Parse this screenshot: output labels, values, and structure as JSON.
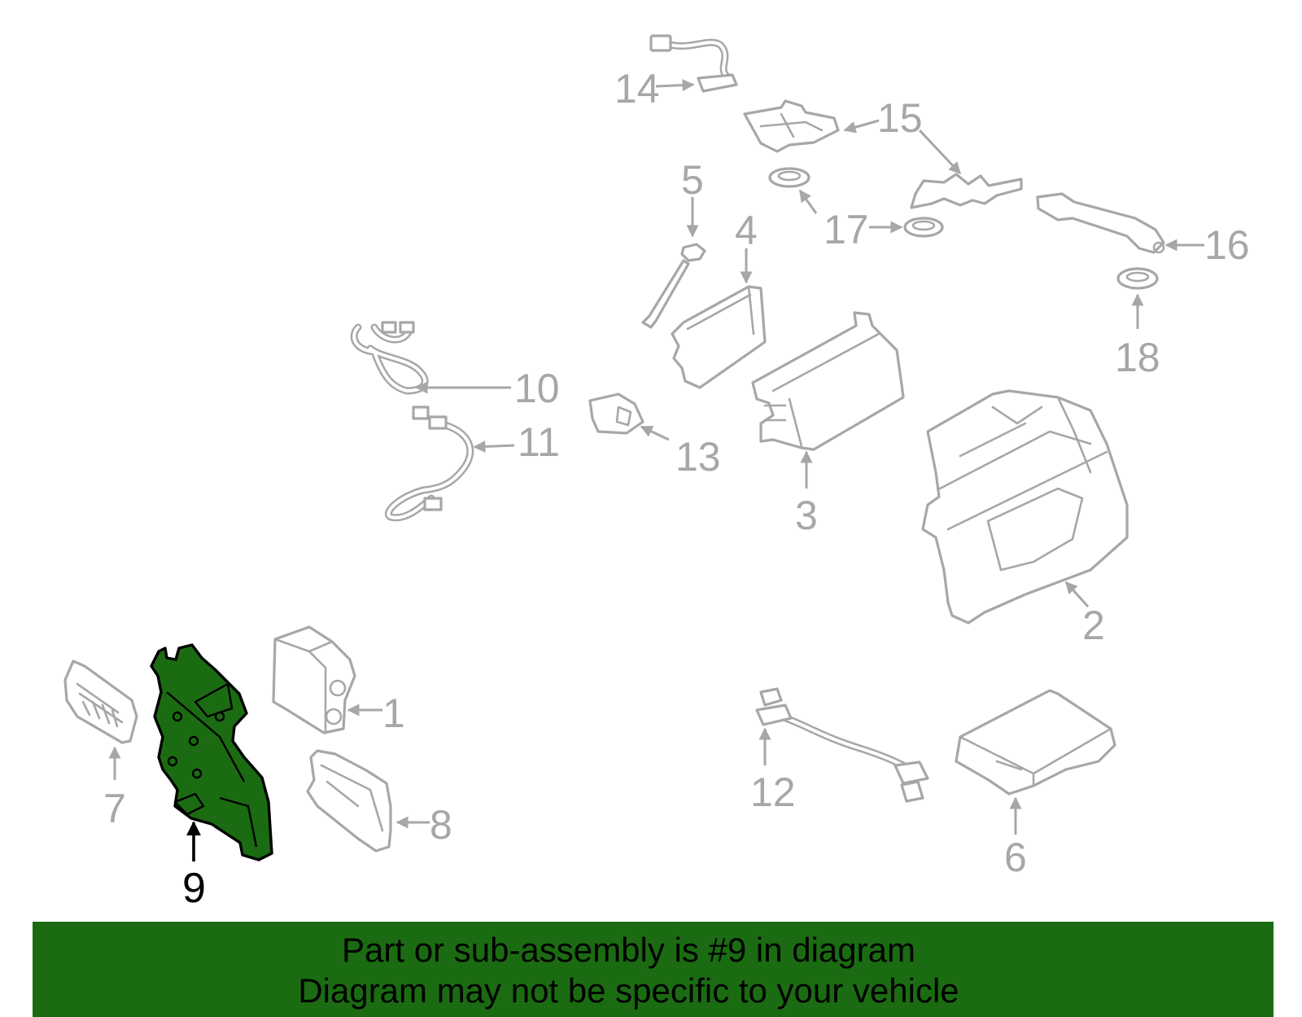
{
  "callouts": {
    "p1": "1",
    "p2": "2",
    "p3": "3",
    "p4": "4",
    "p5": "5",
    "p6": "6",
    "p7": "7",
    "p8": "8",
    "p9": "9",
    "p10": "10",
    "p11": "11",
    "p12": "12",
    "p13": "13",
    "p14": "14",
    "p15": "15",
    "p16": "16",
    "p17": "17",
    "p18": "18"
  },
  "highlight": {
    "part": "9",
    "color": "#1b6b12"
  },
  "banner": {
    "line1": "Part or sub-assembly is #9 in diagram",
    "line2": "Diagram may not be specific to your vehicle"
  },
  "colors": {
    "line": "#a7a7a7",
    "selected_fill": "#1b6b12",
    "banner_bg": "#1b6b12"
  }
}
